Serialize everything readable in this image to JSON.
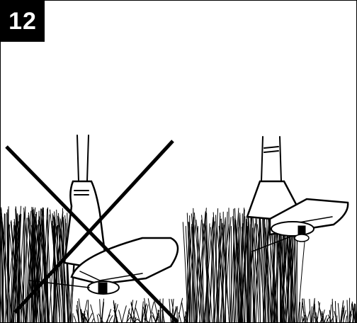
{
  "figure": {
    "number": "12"
  },
  "colors": {
    "ink": "#000000",
    "paper": "#ffffff"
  },
  "panels": [
    {
      "id": "incorrect",
      "icon": "crossed-out-x-icon",
      "subject": "trimmer-tilted-cutting-grass"
    },
    {
      "id": "correct",
      "subject": "trimmer-level-cutting-grass"
    }
  ]
}
